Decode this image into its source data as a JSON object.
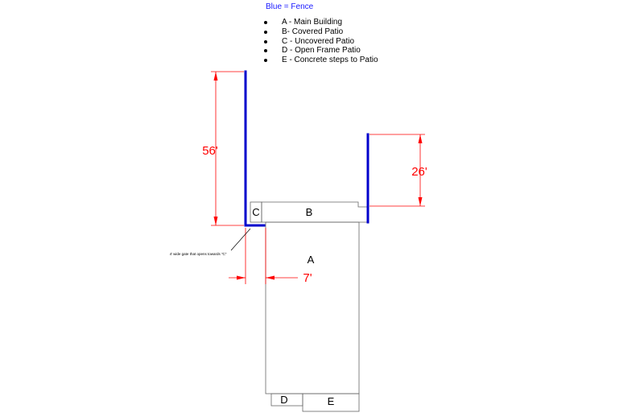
{
  "legend": {
    "title": "Blue = Fence",
    "items": [
      "A - Main Building",
      "B- Covered Patio",
      "C - Uncovered Patio",
      "D - Open Frame Patio",
      "E - Concrete steps to Patio"
    ]
  },
  "labels": {
    "a": "A",
    "b": "B",
    "c": "C",
    "d": "D",
    "e": "E"
  },
  "dimensions": {
    "left_fence": "56'",
    "right_fence": "26'",
    "offset": "7'"
  },
  "note": "4' wide gate that opens towards \"C\"",
  "colors": {
    "fence": "#0000cc",
    "dimension": "#ff0000",
    "outline": "#666666",
    "legend_title": "#1a1aff"
  }
}
